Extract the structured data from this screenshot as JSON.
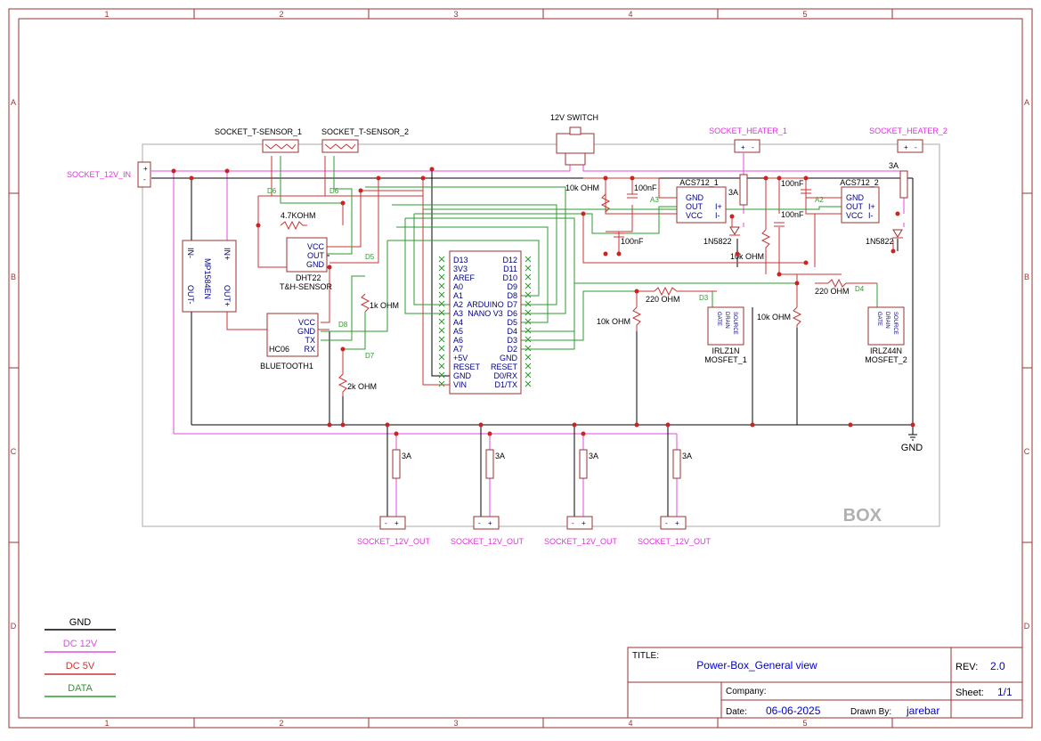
{
  "frame": {
    "col_labels": [
      "1",
      "2",
      "3",
      "4",
      "5"
    ],
    "row_labels": [
      "A",
      "B",
      "C",
      "D"
    ]
  },
  "box_label": "BOX",
  "components": {
    "socket_12v_in": "SOCKET_12V_IN",
    "socket_t_sensor_1": "SOCKET_T-SENSOR_1",
    "socket_t_sensor_2": "SOCKET_T-SENSOR_2",
    "switch": "12V SWITCH",
    "socket_heater_1": "SOCKET_HEATER_1",
    "socket_heater_2": "SOCKET_HEATER_2",
    "acs_1": "ACS712_1",
    "acs_2": "ACS712_2",
    "mp1584en": "MP1584EN",
    "dht22": "DHT22",
    "th_sensor": "T&H-SENSOR",
    "hc06": "HC06",
    "bluetooth": "BLUETOOTH1",
    "arduino": "ARDUINO",
    "nano": "NANO V3",
    "mosfet_1": "MOSFET_1",
    "mosfet_2": "MOSFET_2",
    "irlz1": "IRLZ1N",
    "irlz2": "IRLZ44N",
    "diode_1": "1N5822",
    "diode_2": "1N5822",
    "gnd_symbol": "GND",
    "socket_out_1": "SOCKET_12V_OUT",
    "socket_out_2": "SOCKET_12V_OUT",
    "socket_out_3": "SOCKET_12V_OUT",
    "socket_out_4": "SOCKET_12V_OUT"
  },
  "values": {
    "r_4k7": "4.7KOHM",
    "r_1k": "1k OHM",
    "r_2k": "2k OHM",
    "r_10k_a": "10k OHM",
    "r_10k_b": "10k OHM",
    "r_10k_c": "10k OHM",
    "r_10k_d": "10k OHM",
    "r_220_a": "220 OHM",
    "r_220_b": "220 OHM",
    "c_100n_a": "100nF",
    "c_100n_b": "100nF",
    "c_100n_c": "100nF",
    "c_100n_d": "100nF",
    "fuse": "3A"
  },
  "nets": {
    "d6a": "D6",
    "d6b": "D6",
    "d5": "D5",
    "d8": "D8",
    "d7": "D7",
    "a3": "A3",
    "a2": "A2",
    "d3": "D3",
    "d4": "D4"
  },
  "pins": {
    "dht": [
      "VCC",
      "OUT",
      "GND"
    ],
    "hc06": [
      "VCC",
      "GND",
      "TX",
      "RX"
    ],
    "mp_left_top": "IN-",
    "mp_right_top": "IN+",
    "mp_left_bot": "OUT-",
    "mp_right_bot": "OUT+",
    "arduino_left": [
      "D13",
      "3V3",
      "AREF",
      "A0",
      "A1",
      "A2",
      "A3",
      "A4",
      "A5",
      "A6",
      "A7",
      "+5V",
      "RESET",
      "GND",
      "VIN"
    ],
    "arduino_right": [
      "D12",
      "D11",
      "D10",
      "D9",
      "D8",
      "D7",
      "D6",
      "D5",
      "D4",
      "D3",
      "D2",
      "GND",
      "RESET",
      "D0/RX",
      "D1/TX"
    ],
    "acs": [
      "GND",
      "OUT",
      "VCC"
    ],
    "acs_right": [
      "I+",
      "I-"
    ],
    "mosfet": [
      "GATE",
      "DRAIN",
      "SOURCE"
    ]
  },
  "legend": [
    {
      "label": "GND",
      "color": "#000000"
    },
    {
      "label": "DC 12V",
      "color": "#e34be3"
    },
    {
      "label": "DC 5V",
      "color": "#cc3333"
    },
    {
      "label": "DATA",
      "color": "#2e9a2e"
    }
  ],
  "title_block": {
    "title_label": "TITLE:",
    "title": "Power-Box_General view",
    "rev_label": "REV:",
    "rev": "2.0",
    "company_label": "Company:",
    "company": "",
    "sheet_label": "Sheet:",
    "sheet": "1/1",
    "date_label": "Date:",
    "date": "06-06-2025",
    "drawn_label": "Drawn By:",
    "drawn": "jarebar"
  }
}
